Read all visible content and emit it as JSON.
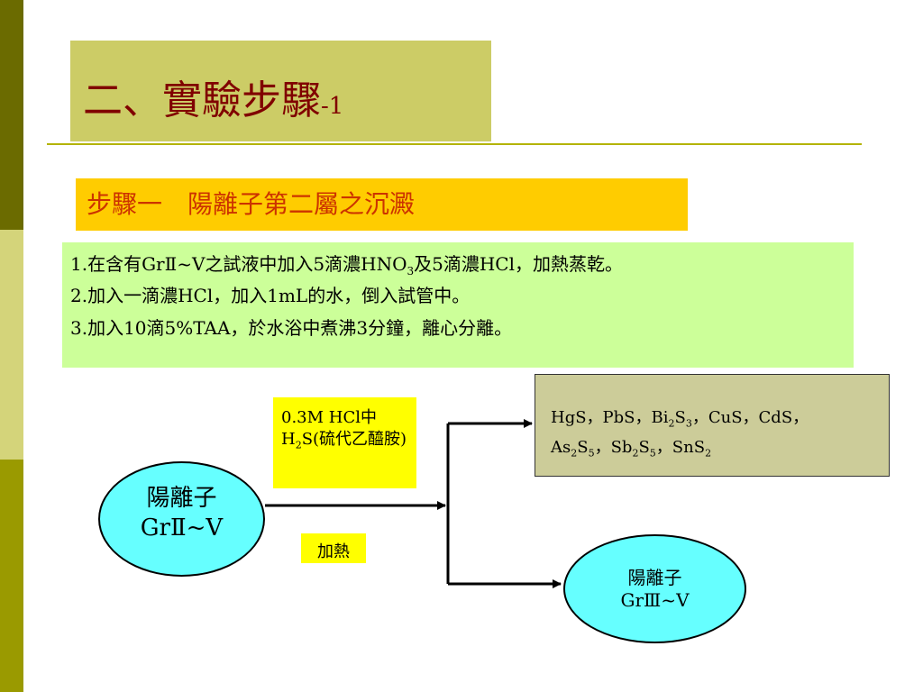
{
  "title": {
    "main": "二、實驗步驟",
    "suffix": "-1"
  },
  "step": {
    "label": "步驟一　陽離子第二屬之沉澱"
  },
  "procedure": {
    "line1_pre": "1.在含有GrⅡ~V之試液中加入5滴濃HNO",
    "line1_sub": "3",
    "line1_post": "及5滴濃HCl，加熱蒸乾。",
    "line2": "2.加入一滴濃HCl，加入1mL的水，倒入試管中。",
    "line3": "3.加入10滴5%TAA，於水浴中煮沸3分鐘，離心分離。"
  },
  "reagent": {
    "l1": "0.3M HCl中",
    "h": "H",
    "h_sub": "2",
    "rest": "S(硫代乙醯胺)"
  },
  "heat": {
    "label": "加熱"
  },
  "result": {
    "a": "HgS，PbS，Bi",
    "a1": "2",
    "b": "S",
    "b1": "3",
    "c": "，CuS，CdS，",
    "d": "As",
    "d1": "2",
    "e": "S",
    "e1": "5",
    "f": "，Sb",
    "f1": "2",
    "g": "S",
    "g1": "5",
    "h": "，SnS",
    "h1": "2"
  },
  "cation_start": {
    "l1": "陽離子",
    "l2": "GrⅡ~V"
  },
  "cation_end": {
    "l1": "陽離子",
    "l2": "GrⅢ~V"
  },
  "colors": {
    "strip_dark": "#6b6b00",
    "title_box": "#cccc66",
    "title_text": "#800000",
    "step_box": "#ffcc00",
    "step_text": "#cc3300",
    "procedure_box": "#ccff99",
    "highlight": "#ffff00",
    "result_box": "#cccc99",
    "ellipse": "#66ffff"
  }
}
